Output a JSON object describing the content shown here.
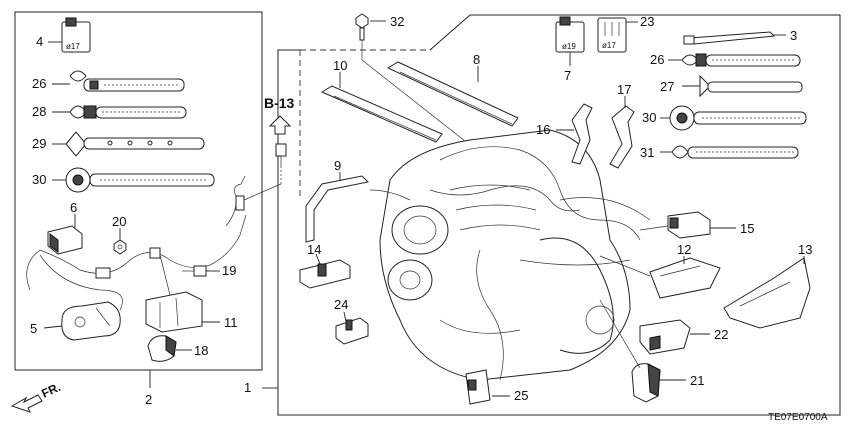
{
  "callouts": {
    "c1": "1",
    "c2": "2",
    "c3": "3",
    "c4": "4",
    "c5": "5",
    "c6": "6",
    "c7": "7",
    "c8": "8",
    "c9": "9",
    "c10": "10",
    "c11": "11",
    "c12": "12",
    "c13": "13",
    "c14": "14",
    "c15": "15",
    "c16": "16",
    "c17": "17",
    "c18": "18",
    "c19": "19",
    "c20": "20",
    "c21": "21",
    "c22": "22",
    "c23": "23",
    "c24": "24",
    "c25": "25",
    "c26a": "26",
    "c26b": "26",
    "c27": "27",
    "c28": "28",
    "c29": "29",
    "c30a": "30",
    "c30b": "30",
    "c31": "31",
    "c32": "32"
  },
  "clip_sizes": {
    "p4": "ø17",
    "p7": "ø19",
    "p23": "ø17"
  },
  "reference_label": "B-13",
  "direction_label": "FR.",
  "diagram_code": "TE07E0700A",
  "colors": {
    "line": "#222222",
    "background": "#ffffff"
  }
}
